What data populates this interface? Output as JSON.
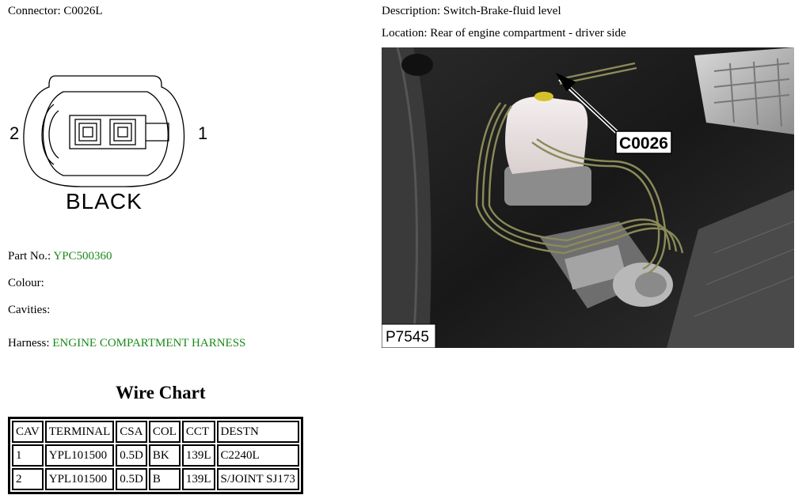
{
  "connector": {
    "label": "Connector:",
    "value": "C0026L"
  },
  "description": {
    "label": "Description:",
    "value": "Switch-Brake-fluid level"
  },
  "location": {
    "label": "Location:",
    "value": "Rear of engine compartment - driver side"
  },
  "diagram": {
    "pin_left": "2",
    "pin_right": "1",
    "color_text": "BLACK"
  },
  "part_no": {
    "label": "Part No.:",
    "value": "YPC500360"
  },
  "colour": {
    "label": "Colour:",
    "value": ""
  },
  "cavities": {
    "label": "Cavities:",
    "value": ""
  },
  "harness": {
    "label": "Harness:",
    "value": "ENGINE COMPARTMENT HARNESS"
  },
  "wire_chart": {
    "title": "Wire Chart",
    "headers": [
      "CAV",
      "TERMINAL",
      "CSA",
      "COL",
      "CCT",
      "DESTN"
    ],
    "rows": [
      [
        "1",
        "YPL101500",
        "0.5D",
        "BK",
        "139L",
        "C2240L"
      ],
      [
        "2",
        "YPL101500",
        "0.5D",
        "B",
        "139L",
        "S/JOINT SJ173"
      ]
    ]
  },
  "photo": {
    "callout": "C0026",
    "ref": "P7545"
  },
  "colors": {
    "link_green": "#1a8a1a",
    "text": "#000000"
  }
}
